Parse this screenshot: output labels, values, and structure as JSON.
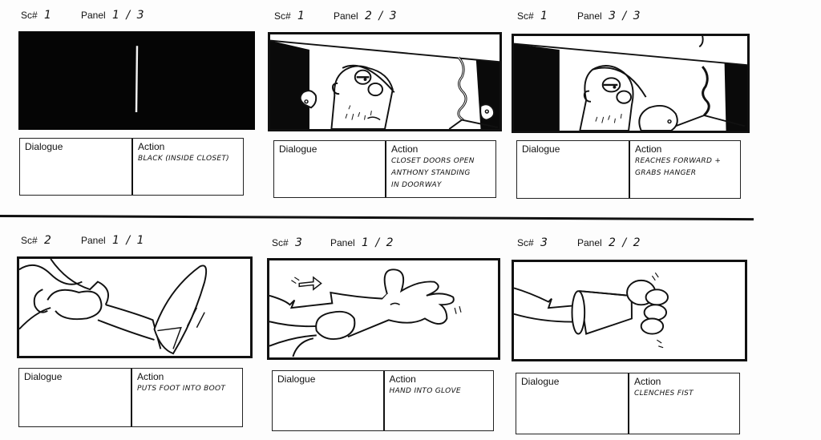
{
  "storyboard": {
    "labels": {
      "scene": "Sc#",
      "panel": "Panel",
      "dialogue": "Dialogue",
      "action": "Action"
    },
    "panels": [
      {
        "scene": "1",
        "panel": "1 / 3",
        "dialogue": "",
        "action": "Black (inside closet)",
        "art": "solid black frame with thin vertical light line (closet door gap)"
      },
      {
        "scene": "1",
        "panel": "2 / 3",
        "dialogue": "",
        "action": "Closet doors open\nAnthony standing\nin doorway",
        "art": "man with sleepy eyes and stubble seen through open closet doors, hanger at right"
      },
      {
        "scene": "1",
        "panel": "3 / 3",
        "dialogue": "",
        "action": "Reaches forward +\ngrabs hanger",
        "art": "man reaching forward, gloved hand grabbing wire hanger"
      },
      {
        "scene": "2",
        "panel": "1 / 1",
        "dialogue": "",
        "action": "Puts foot into boot",
        "art": "gloved hands pulling leg into a boot, motion lines"
      },
      {
        "scene": "3",
        "panel": "1 / 2",
        "dialogue": "",
        "action": "Hand into glove",
        "art": "hand sliding into glove with motion arrow, fingers spread"
      },
      {
        "scene": "3",
        "panel": "2 / 2",
        "dialogue": "",
        "action": "Clenches fist",
        "art": "arm in glove clenching fist, motion lines"
      }
    ]
  },
  "colors": {
    "ink": "#111111",
    "paper": "#fdfdfd"
  }
}
